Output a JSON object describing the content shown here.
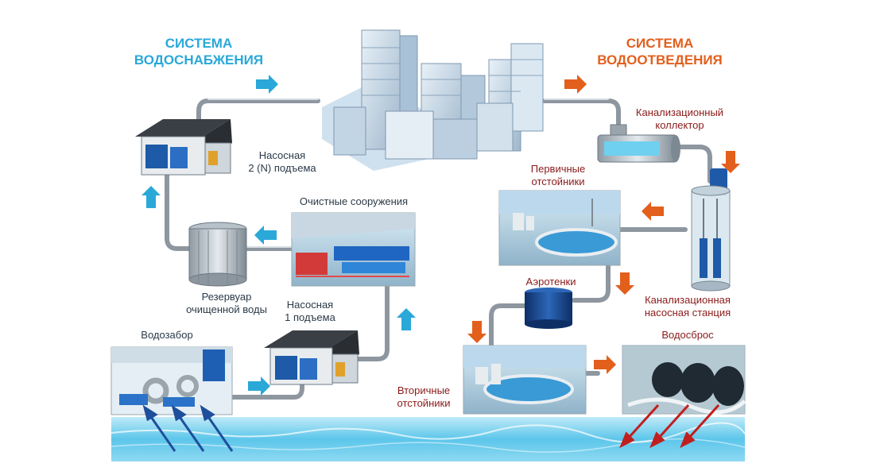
{
  "headings": {
    "supply_line1": "СИСТЕМА",
    "supply_line2": "ВОДОСНАБЖЕНИЯ",
    "drainage_line1": "СИСТЕМА",
    "drainage_line2": "ВОДООТВЕДЕНИЯ"
  },
  "labels": {
    "pump2_line1": "Насосная",
    "pump2_line2": "2 (N) подъема",
    "treatment": "Очистные сооружения",
    "reservoir_line1": "Резервуар",
    "reservoir_line2": "очищенной воды",
    "pump1_line1": "Насосная",
    "pump1_line2": "1 подъема",
    "intake": "Водозабор",
    "collector_line1": "Канализационный",
    "collector_line2": "коллектор",
    "primary_line1": "Первичные",
    "primary_line2": "отстойники",
    "aerotank": "Аэротенки",
    "sewer_pump_line1": "Канализационная",
    "sewer_pump_line2": "насосная станция",
    "outfall": "Водосброс",
    "secondary_line1": "Вторичные",
    "secondary_line2": "отстойники"
  },
  "colors": {
    "supply_accent": "#2aa8d8",
    "drainage_accent": "#e35f1c",
    "label_red": "#8b1a1a",
    "water": "#5cc6ea",
    "pipe": "#8e979f"
  }
}
